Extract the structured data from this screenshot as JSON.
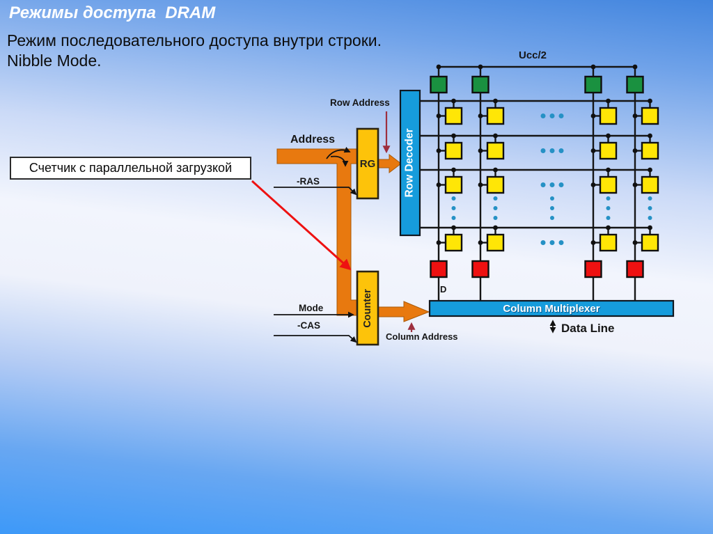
{
  "slide": {
    "title": "Режимы доступа  DRAM",
    "subtitle_line1": "Режим последовательного доступа внутри строки.",
    "subtitle_line2": "Nibble Mode.",
    "callout_label": "Счетчик с параллельной загрузкой"
  },
  "diagram": {
    "blocks": {
      "rg": "RG",
      "counter": "Counter",
      "row_decoder": "Row Decoder",
      "column_multiplexer": "Column Multiplexer"
    },
    "signals": {
      "address": "Address",
      "row_address": "Row Address",
      "ras": "-RAS",
      "mode": "Mode",
      "cas": "-CAS",
      "column_address": "Column Address",
      "ucc": "Ucc/2",
      "d": "D",
      "data_line": "Data Line"
    },
    "colors": {
      "background_top": "#4285de",
      "background_middle": "#f2f5fd",
      "background_bottom": "#3d99f8",
      "bus_orange": "#e8790f",
      "register_gold": "#fdc30a",
      "block_blue": "#169cdc",
      "cell_yellow": "#ffe606",
      "precharge_green": "#1a9140",
      "sense_amp_red": "#ee1111",
      "callout_arrow_red": "#ee1111",
      "address_arrow_dark_red": "#9e2f3e",
      "ellipsis_teal": "#2591c5"
    }
  }
}
